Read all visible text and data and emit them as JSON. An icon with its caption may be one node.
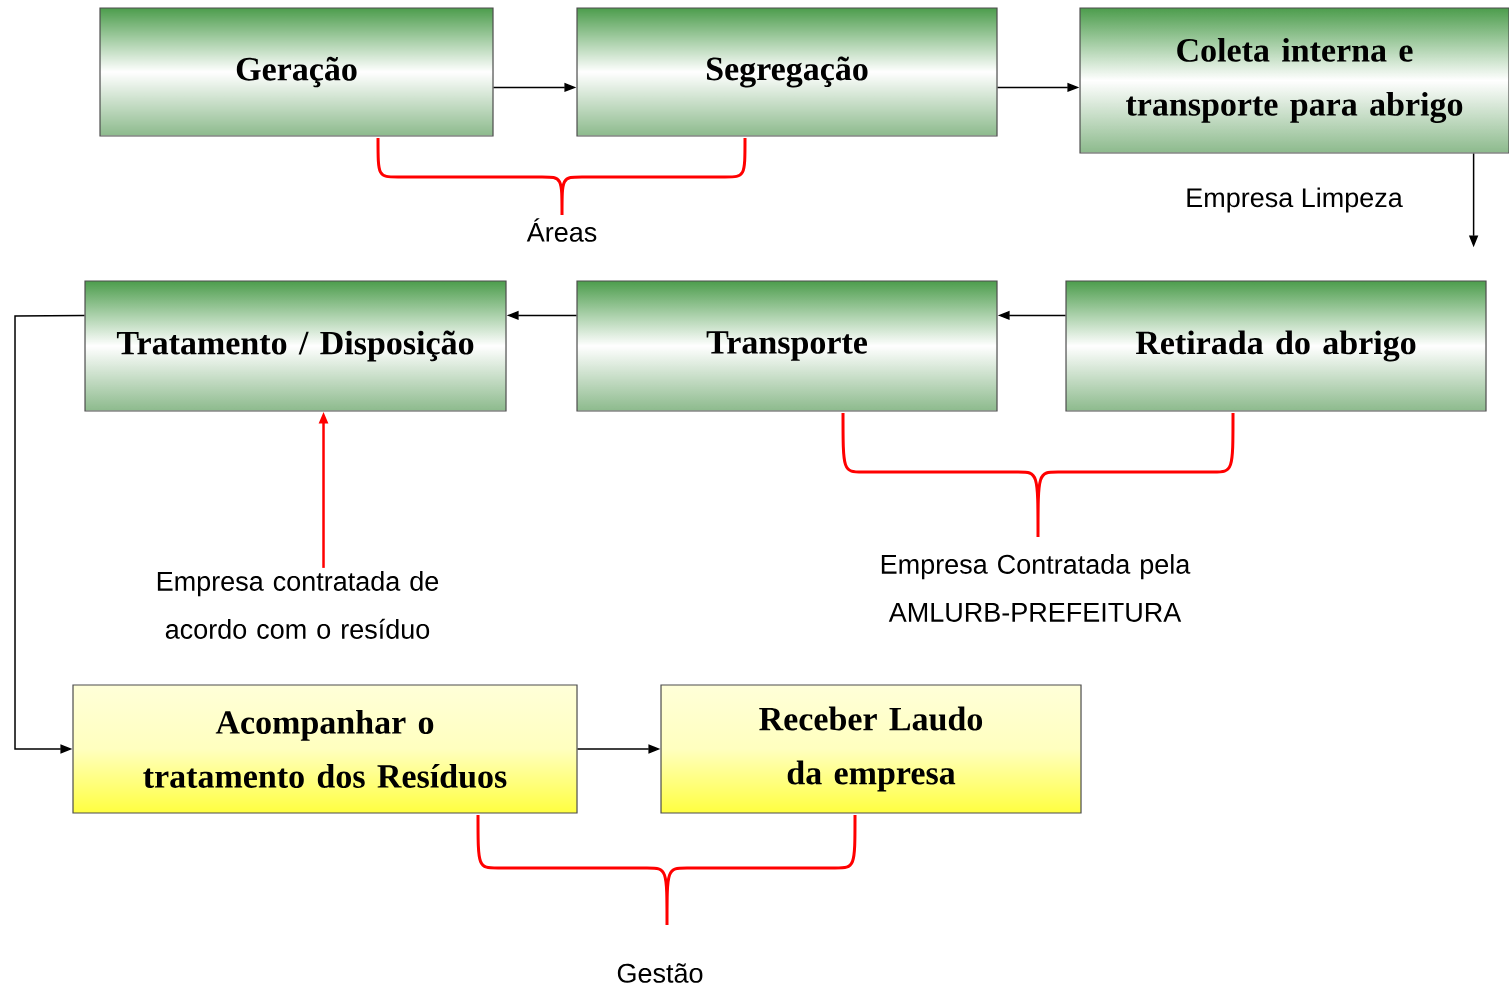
{
  "diagram": {
    "nodes": [
      {
        "text": [
          "Geração"
        ]
      },
      {
        "text": [
          "Segregação"
        ]
      },
      {
        "text": [
          "Coleta interna e transporte para abrigo"
        ]
      },
      {
        "text": [
          "Retirada do abrigo"
        ]
      },
      {
        "text": [
          "Transporte"
        ]
      },
      {
        "text": [
          "Tratamento / Disposição"
        ]
      },
      {
        "text": [
          "Empresa contratada de acordo com o resíduo"
        ]
      },
      {
        "text": [
          "Acompanhar o tratamento dos Resíduos"
        ]
      },
      {
        "text": [
          "Receber Laudo da empresa"
        ]
      }
    ],
    "edges": [
      {
        "from": 0,
        "to": 1,
        "arrow": "to"
      },
      {
        "from": 1,
        "to": 2,
        "arrow": "to"
      },
      {
        "from": 2,
        "to": 3,
        "arrow": "to",
        "label": "Empresa Limpeza"
      },
      {
        "from": 3,
        "to": 4,
        "arrow": "to"
      },
      {
        "from": 4,
        "to": 5,
        "arrow": "to"
      },
      {
        "from": 5,
        "to": 7,
        "arrow": "to"
      },
      {
        "from": 7,
        "to": 8,
        "arrow": "to"
      },
      {
        "from": 6,
        "to": 5,
        "arrow": "to",
        "color": "#ff0000"
      }
    ],
    "labels": [
      "Áreas",
      "Empresa Contratada pela AMLURB-PREFEITURA",
      "Gestão"
    ]
  }
}
